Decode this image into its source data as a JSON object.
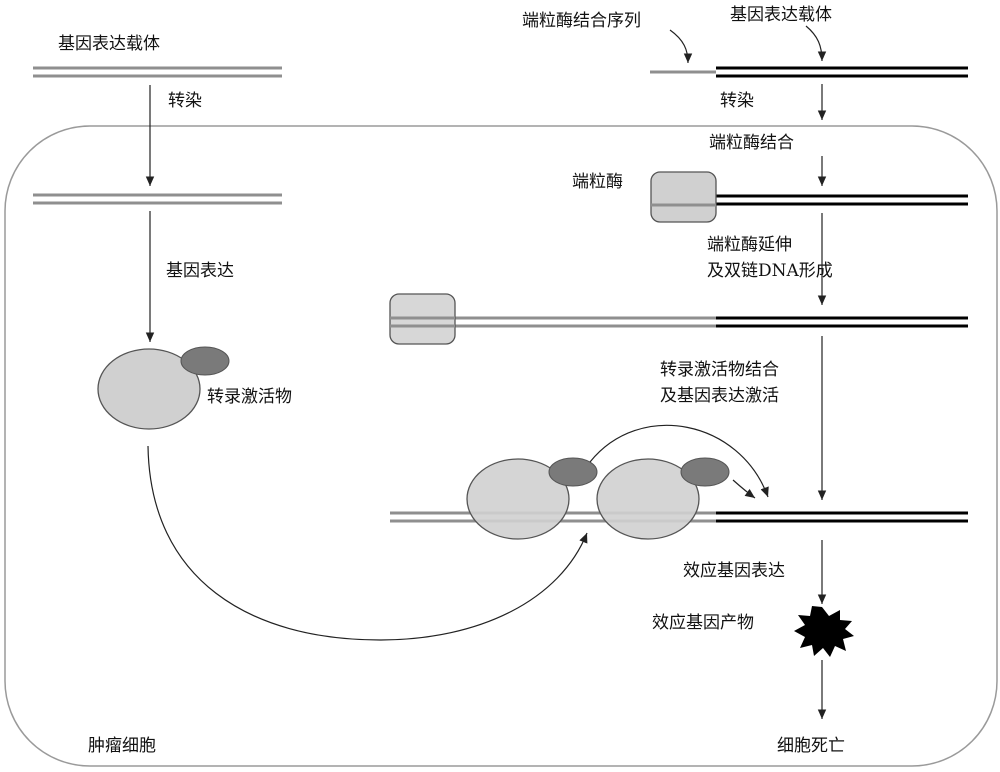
{
  "labels": {
    "left_vector": "基因表达载体",
    "left_transfect": "转染",
    "left_gene_expression": "基因表达",
    "transcription_activator": "转录激活物",
    "tumor_cell": "肿瘤细胞",
    "telomerase_binding_seq": "端粒酶结合序列",
    "right_vector": "基因表达载体",
    "right_transfect": "转染",
    "telomerase_binding": "端粒酶结合",
    "telomerase": "端粒酶",
    "extension_line1": "端粒酶延伸",
    "extension_line2": "及双链DNA形成",
    "activator_binding_line1": "转录激活物结合",
    "activator_binding_line2": "及基因表达激活",
    "effector_expression": "效应基因表达",
    "effector_product": "效应基因产物",
    "cell_death": "细胞死亡"
  },
  "colors": {
    "dna_gray": "#8f8f8f",
    "dna_black": "#000000",
    "protein_light": "#d0d0d0",
    "protein_dark": "#7a7a7a",
    "cell_border": "#9a9a9a"
  }
}
